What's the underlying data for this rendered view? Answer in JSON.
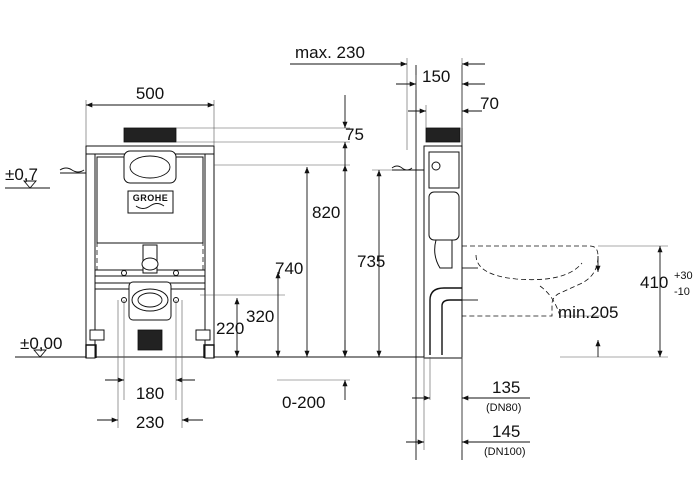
{
  "drawing": {
    "brand_label": "GROHE",
    "front_view": {
      "width_total": "500",
      "top_offset": "75",
      "height_frame": "820",
      "height_actuator": "740",
      "height_drain": "320",
      "height_outlet": "220",
      "spacing_inner": "180",
      "spacing_outer": "230",
      "adjust_range": "0-200",
      "supply_level": "±0,7",
      "floor_level": "±0,00"
    },
    "side_view": {
      "depth_max": "max. 230",
      "depth_frame": "150",
      "depth_top": "70",
      "height_side": "735",
      "bowl_height": "410",
      "bowl_tol_plus": "+30",
      "bowl_tol_minus": "-10",
      "bowl_min": "min.205",
      "pipe_dn80": "135",
      "pipe_dn80_label": "(DN80)",
      "pipe_dn100": "145",
      "pipe_dn100_label": "(DN100)"
    }
  }
}
